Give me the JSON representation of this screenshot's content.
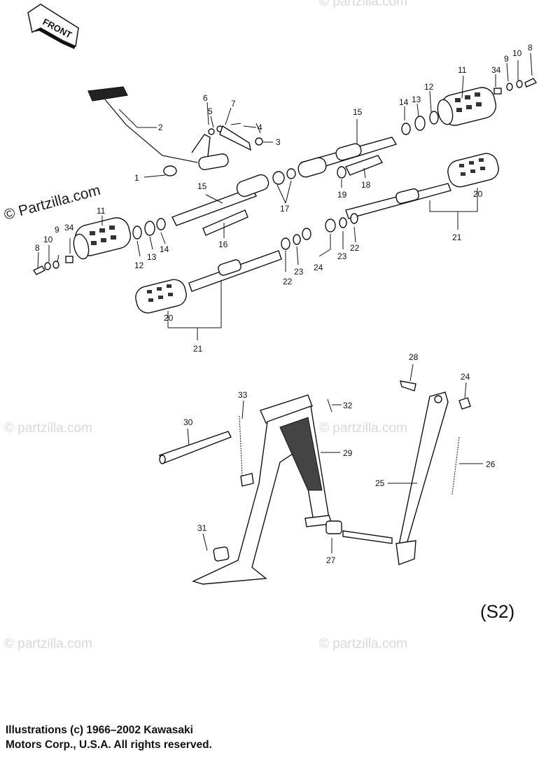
{
  "front_label": "FRONT",
  "variant_label": "(S2)",
  "watermark": "© Partzilla.com",
  "watermark_faint": "© partzilla.com",
  "copyright": {
    "line1": "Illustrations (c) 1966–2002 Kawasaki",
    "line2": "Motors Corp., U.S.A.  All rights reserved."
  },
  "callouts": [
    "1",
    "2",
    "3",
    "4",
    "5",
    "6",
    "7",
    "8",
    "9",
    "10",
    "11",
    "12",
    "13",
    "14",
    "15",
    "16",
    "17",
    "18",
    "19",
    "20",
    "21",
    "22",
    "23",
    "24",
    "25",
    "26",
    "27",
    "28",
    "29",
    "30",
    "31",
    "32",
    "33",
    "34"
  ]
}
